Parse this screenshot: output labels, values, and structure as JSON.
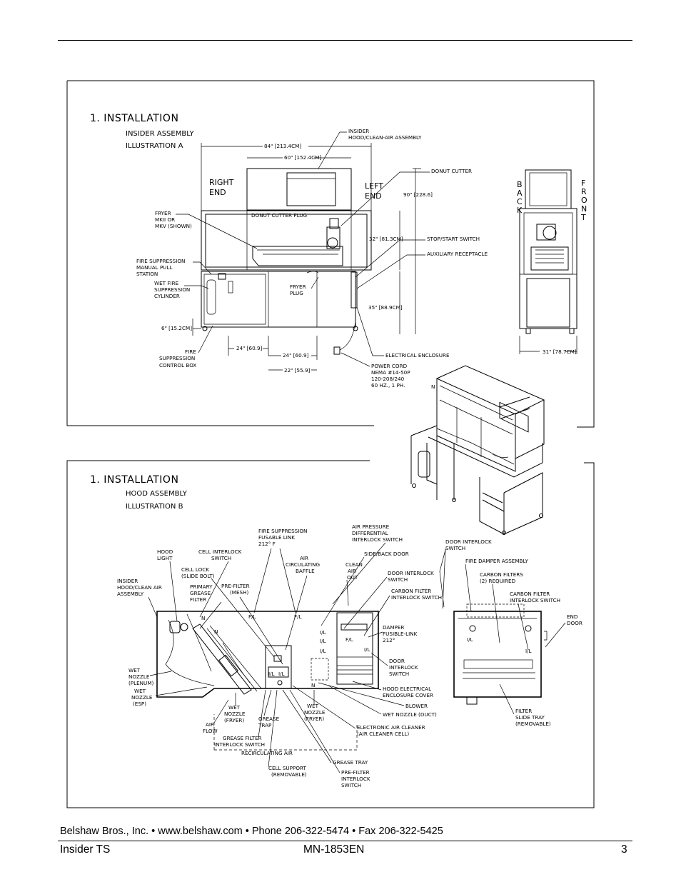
{
  "figure_a": {
    "section": "1.  INSTALLATION",
    "title1": "INSIDER  ASSEMBLY",
    "title2": "ILLUSTRATION  A",
    "insider_label1": "INSIDER",
    "insider_label2": "HOOD/CLEAN-AIR  ASSEMBLY",
    "dim_84": "84\" [213.4CM]",
    "dim_60": "60\" [152.4CM]",
    "right_end1": "RIGHT",
    "right_end2": "END",
    "left_end1": "LEFT",
    "left_end2": "END",
    "dim_90": "90\" [228.6]",
    "donut_cutter": "DONUT  CUTTER",
    "donut_cutter_plug": "DONUT  CUTTER  PLUG",
    "fryer1": "FRYER",
    "fryer2": "MKII  OR",
    "fryer3": "MKV  (SHOWN)",
    "dim_32": "32\" [81.3CM]",
    "stop_start": "STOP/START  SWITCH",
    "aux_receptacle": "AUXILIARY  RECEPTACLE",
    "fire_supp1": "FIRE  SUPPRESSION",
    "fire_supp2": "MANUAL  PULL",
    "fire_supp3": "STATION",
    "wet_fire1": "WET  FIRE",
    "wet_fire2": "SUPPRESSION",
    "wet_fire3": "CYLINDER",
    "fryer_plug1": "FRYER",
    "fryer_plug2": "PLUG",
    "dim_35": "35\" [88.9CM]",
    "dim_6": "6\" [15.2CM]",
    "dim_24a": "24\" [60.9]",
    "dim_24b": "24\" [60.9]",
    "dim_22": "22\" [55.9]",
    "fire_ctrl1": "FIRE",
    "fire_ctrl2": "SUPPRESSION",
    "fire_ctrl3": "CONTROL  BOX",
    "elec_enclosure": "ELECTRICAL  ENCLOSURE",
    "power1": "POWER  CORD",
    "power2": "NEMA  #14-50P",
    "power3": "120-208/240",
    "power4": "60  HZ.,  1  PH.",
    "back": [
      "B",
      "A",
      "C",
      "K"
    ],
    "front": [
      "F",
      "R",
      "O",
      "N",
      "T"
    ],
    "dim_31": "31\" [78.7CM]"
  },
  "figure_b": {
    "section": "1.  INSTALLATION",
    "title1": "HOOD  ASSEMBLY",
    "title2": "ILLUSTRATION  B",
    "fire_link1": "FIRE  SUPPRESSION",
    "fire_link2": "FUSABLE  LINK",
    "fire_link3": "212°  F",
    "air_press1": "AIR  PRESSURE",
    "air_press2": "DIFFERENTIAL",
    "air_press3": "INTERLOCK  SWITCH",
    "door_interlock_top1": "DOOR  INTERLOCK",
    "door_interlock_top2": "SWITCH",
    "hood_light1": "HOOD",
    "hood_light2": "LIGHT",
    "cell_interlock1": "CELL  INTERLOCK",
    "cell_interlock2": "SWITCH",
    "air_baffle1": "AIR",
    "air_baffle2": "CIRCULATING",
    "air_baffle3": "BAFFLE",
    "side_back_door": "SIDE/BACK  DOOR",
    "fire_damper": "FIRE  DAMPER  ASSEMBLY",
    "cell_lock1": "CELL  LOCK",
    "cell_lock2": "(SLIDE  BOLT)",
    "clean_air1": "CLEAN",
    "clean_air2": "AIR",
    "clean_air3": "OUT",
    "carbon_filters1": "CARBON  FILTERS",
    "carbon_filters2": "(2)  REQUIRED",
    "insider_hood1": "INSIDER",
    "insider_hood2": "HOOD/CLEAN  AIR",
    "insider_hood3": "ASSEMBLY",
    "primary_grease1": "PRIMARY",
    "primary_grease2": "GREASE",
    "primary_grease3": "FILTER",
    "pre_filter_mesh1": "PRE-FILTER",
    "pre_filter_mesh2": "(MESH)",
    "door_interlock_mid1": "DOOR  INTERLOCK",
    "door_interlock_mid2": "SWITCH",
    "carbon_filter_interlock_a1": "CARBON  FILTER",
    "carbon_filter_interlock_a2": "INTERLOCK  SWITCH",
    "carbon_filter_interlock_b1": "CARBON  FILTER",
    "carbon_filter_interlock_b2": "INTERLOCK  SWITCH",
    "end_door1": "END",
    "end_door2": "DOOR",
    "damper1": "DAMPER",
    "damper2": "FUSIBLE-LINK",
    "damper3": "212°",
    "door_interlock_low1": "DOOR",
    "door_interlock_low2": "INTERLOCK",
    "door_interlock_low3": "SWITCH",
    "wet_plenum1": "WET",
    "wet_plenum2": "NOZZLE",
    "wet_plenum3": "(PLENUM)",
    "wet_esp1": "WET",
    "wet_esp2": "NOZZLE",
    "wet_esp3": "(ESP)",
    "hood_elec1": "HOOD  ELECTRICAL",
    "hood_elec2": "ENCLOSURE  COVER",
    "blower": "BLOWER",
    "wet_duct": "WET  NOZZLE  (DUCT)",
    "wet_fryer_a1": "WET",
    "wet_fryer_a2": "NOZZLE",
    "wet_fryer_a3": "(FRYER)",
    "wet_fryer_b1": "WET",
    "wet_fryer_b2": "NOZZLE",
    "wet_fryer_b3": "(FRYER)",
    "grease_trap1": "GREASE",
    "grease_trap2": "TRAP",
    "air_flow1": "AIR",
    "air_flow2": "FLOW",
    "electronic_cleaner1": "ELECTRONIC  AIR  CLEANER",
    "electronic_cleaner2": "(AIR  CLEANER  CELL)",
    "filter_slide1": "FILTER",
    "filter_slide2": "SLIDE  TRAY",
    "filter_slide3": "(REMOVABLE)",
    "grease_filter_interlock1": "GREASE  FILTER",
    "grease_filter_interlock2": "INTERLOCK  SWITCH",
    "recirculating_air": "RECIRCULATING  AIR",
    "grease_tray": "GREASE  TRAY",
    "cell_support1": "CELL  SUPPORT",
    "cell_support2": "(REMOVABLE)",
    "pre_filter_interlock1": "PRE-FILTER",
    "pre_filter_interlock2": "INTERLOCK",
    "pre_filter_interlock3": "SWITCH",
    "fl": "F/L",
    "il": "I/L",
    "n": "N"
  },
  "footer": {
    "company": "Belshaw Bros., Inc.",
    "website": "www.belshaw.com",
    "phone": "Phone 206-322-5474",
    "fax": "Fax 206-322-5425",
    "bullet": "•",
    "product": "Insider TS",
    "doc_number": "MN-1853EN",
    "page_number": "3"
  }
}
